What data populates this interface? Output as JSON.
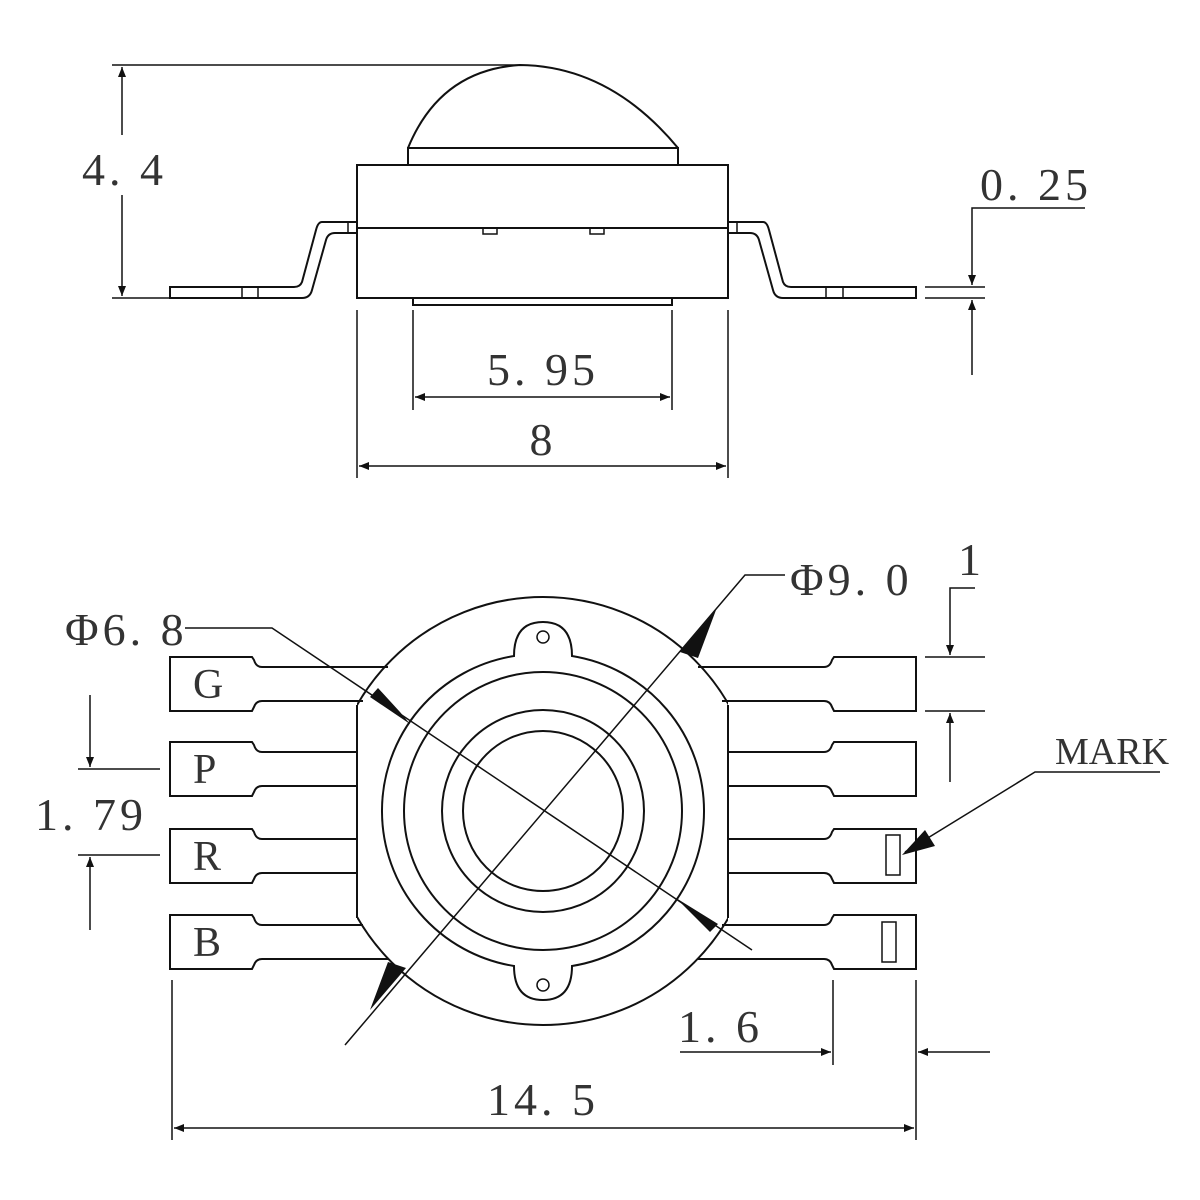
{
  "side_view": {
    "dimensions": {
      "height": "4. 4",
      "lead_thickness": "0. 25",
      "base_width": "5. 95",
      "body_width": "8"
    }
  },
  "bottom_view": {
    "dimensions": {
      "outer_diameter": "Φ9. 0",
      "inner_diameter": "Φ6. 8",
      "pad_width": "1",
      "pin_pitch": "1. 79",
      "pad_length": "1. 6",
      "total_length": "14. 5"
    },
    "pins": [
      "G",
      "P",
      "R",
      "B"
    ],
    "mark_label": "MARK"
  }
}
